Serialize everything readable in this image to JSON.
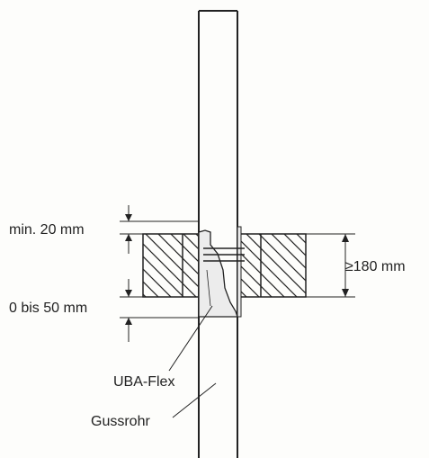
{
  "labels": {
    "min_gap": "min. 20 mm",
    "gap_range": "0 bis 50 mm",
    "thickness": "≥180 mm",
    "sleeve": "UBA-Flex",
    "pipe": "Gussrohr"
  },
  "colors": {
    "line": "#222222",
    "sleeve_fill": "#ececec",
    "background": "#fdfdfb"
  }
}
